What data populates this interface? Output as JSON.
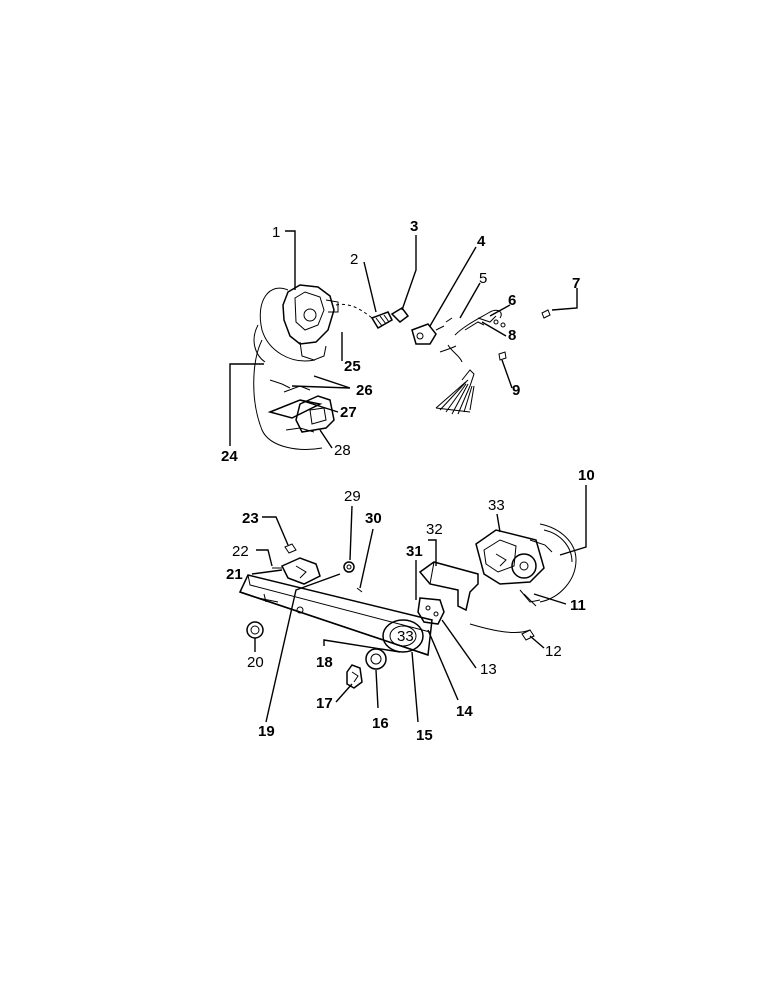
{
  "diagram": {
    "labels": [
      {
        "id": "1",
        "text": "1",
        "bold": false
      },
      {
        "id": "2",
        "text": "2",
        "bold": false
      },
      {
        "id": "3",
        "text": "3",
        "bold": true
      },
      {
        "id": "4",
        "text": "4",
        "bold": true
      },
      {
        "id": "5",
        "text": "5",
        "bold": false
      },
      {
        "id": "6",
        "text": "6",
        "bold": true
      },
      {
        "id": "7",
        "text": "7",
        "bold": true
      },
      {
        "id": "8",
        "text": "8",
        "bold": true
      },
      {
        "id": "9",
        "text": "9",
        "bold": true
      },
      {
        "id": "10",
        "text": "10",
        "bold": true
      },
      {
        "id": "11",
        "text": "11",
        "bold": true
      },
      {
        "id": "12",
        "text": "12",
        "bold": false
      },
      {
        "id": "13",
        "text": "13",
        "bold": false
      },
      {
        "id": "14",
        "text": "14",
        "bold": true
      },
      {
        "id": "15",
        "text": "15",
        "bold": true
      },
      {
        "id": "16",
        "text": "16",
        "bold": true
      },
      {
        "id": "17",
        "text": "17",
        "bold": true
      },
      {
        "id": "18",
        "text": "18",
        "bold": true
      },
      {
        "id": "19",
        "text": "19",
        "bold": true
      },
      {
        "id": "20",
        "text": "20",
        "bold": false
      },
      {
        "id": "21",
        "text": "21",
        "bold": true
      },
      {
        "id": "22",
        "text": "22",
        "bold": false
      },
      {
        "id": "23",
        "text": "23",
        "bold": true
      },
      {
        "id": "24",
        "text": "24",
        "bold": true
      },
      {
        "id": "25",
        "text": "25",
        "bold": true
      },
      {
        "id": "26",
        "text": "26",
        "bold": true
      },
      {
        "id": "27",
        "text": "27",
        "bold": true
      },
      {
        "id": "28",
        "text": "28",
        "bold": false
      },
      {
        "id": "29",
        "text": "29",
        "bold": false
      },
      {
        "id": "30",
        "text": "30",
        "bold": true
      },
      {
        "id": "31",
        "text": "31",
        "bold": true
      },
      {
        "id": "32",
        "text": "32",
        "bold": false
      },
      {
        "id": "33",
        "text": "33",
        "bold": false
      }
    ],
    "dial_text": "33"
  }
}
